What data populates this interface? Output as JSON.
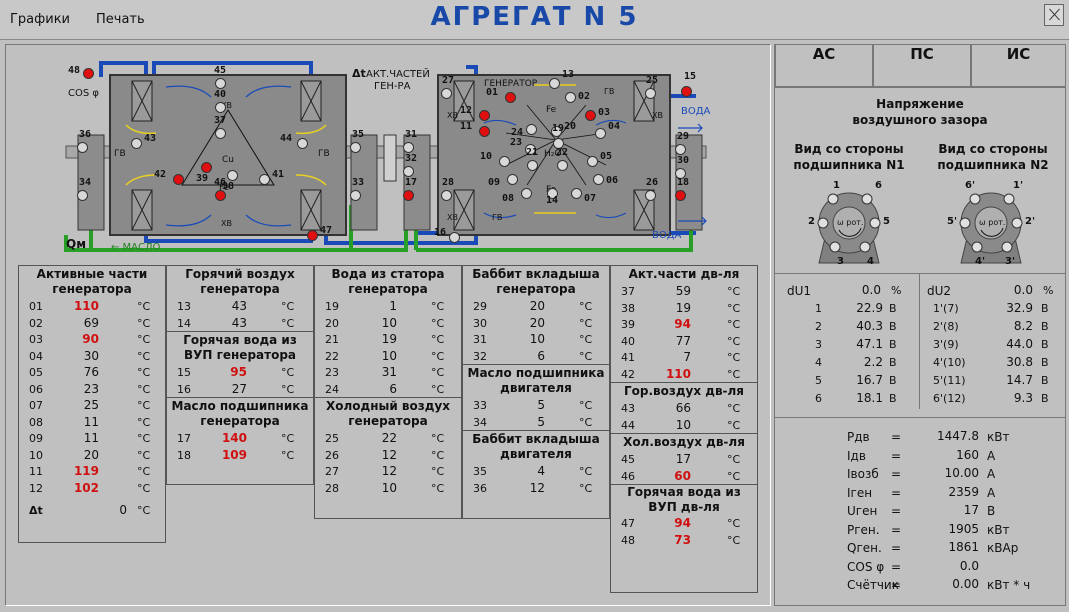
{
  "menu": {
    "graphs": "Графики",
    "print": "Печать"
  },
  "title": "АГРЕГАТ N 5",
  "schematic": {
    "dt_label": "Δt",
    "akt_parts": "АКТ.ЧАСТЕЙ",
    "gen_ra": "ГЕН-РА",
    "generator": "ГЕНЕРАТОР",
    "water": "ВОДА",
    "oil": "← МАСЛО",
    "cos": "COS φ",
    "qm": "Qм",
    "hv": "ХВ",
    "gv": "ГВ",
    "cu": "Cu",
    "fe": "Fe",
    "h2o": "H₂O",
    "sensors_left": [
      {
        "n": "48",
        "red": true
      },
      {
        "n": "45",
        "red": false
      },
      {
        "n": "40",
        "red": false
      },
      {
        "n": "37",
        "red": false
      },
      {
        "n": "43",
        "red": false
      },
      {
        "n": "44",
        "red": false
      },
      {
        "n": "42",
        "red": true
      },
      {
        "n": "39",
        "red": true
      },
      {
        "n": "38",
        "red": false
      },
      {
        "n": "41",
        "red": false
      },
      {
        "n": "46",
        "red": true
      },
      {
        "n": "36",
        "red": false
      },
      {
        "n": "34",
        "red": false
      },
      {
        "n": "35",
        "red": false
      },
      {
        "n": "33",
        "red": false
      },
      {
        "n": "31",
        "red": false
      },
      {
        "n": "32",
        "red": false
      },
      {
        "n": "17",
        "red": true
      },
      {
        "n": "47",
        "red": true
      }
    ],
    "sensors_gen": [
      {
        "n": "27",
        "red": false
      },
      {
        "n": "13",
        "red": false
      },
      {
        "n": "25",
        "red": false
      },
      {
        "n": "15",
        "red": true
      },
      {
        "n": "01",
        "red": true
      },
      {
        "n": "02",
        "red": false
      },
      {
        "n": "12",
        "red": true
      },
      {
        "n": "03",
        "red": true
      },
      {
        "n": "11",
        "red": true
      },
      {
        "n": "24",
        "red": false
      },
      {
        "n": "20",
        "red": false
      },
      {
        "n": "04",
        "red": false
      },
      {
        "n": "23",
        "red": false
      },
      {
        "n": "19",
        "red": false
      },
      {
        "n": "10",
        "red": false
      },
      {
        "n": "21",
        "red": false
      },
      {
        "n": "22",
        "red": false
      },
      {
        "n": "05",
        "red": false
      },
      {
        "n": "09",
        "red": false
      },
      {
        "n": "06",
        "red": false
      },
      {
        "n": "08",
        "red": false
      },
      {
        "n": "14",
        "red": false
      },
      {
        "n": "07",
        "red": false
      },
      {
        "n": "29",
        "red": false
      },
      {
        "n": "30",
        "red": false
      },
      {
        "n": "18",
        "red": true
      },
      {
        "n": "28",
        "red": false
      },
      {
        "n": "26",
        "red": false
      },
      {
        "n": "16",
        "red": false
      }
    ]
  },
  "tables": {
    "active_gen": {
      "title": "Активные части генератора",
      "rows": [
        {
          "k": "01",
          "v": "110",
          "red": true
        },
        {
          "k": "02",
          "v": "69",
          "red": false
        },
        {
          "k": "03",
          "v": "90",
          "red": true
        },
        {
          "k": "04",
          "v": "30",
          "red": false
        },
        {
          "k": "05",
          "v": "76",
          "red": false
        },
        {
          "k": "06",
          "v": "23",
          "red": false
        },
        {
          "k": "07",
          "v": "25",
          "red": false
        },
        {
          "k": "08",
          "v": "11",
          "red": false
        },
        {
          "k": "09",
          "v": "11",
          "red": false
        },
        {
          "k": "10",
          "v": "20",
          "red": false
        },
        {
          "k": "11",
          "v": "119",
          "red": true
        },
        {
          "k": "12",
          "v": "102",
          "red": true
        }
      ],
      "dt_label": "Δt",
      "dt_value": "0"
    },
    "hot_air": {
      "title": "Горячий воздух генератора",
      "rows": [
        {
          "k": "13",
          "v": "43",
          "red": false
        },
        {
          "k": "14",
          "v": "43",
          "red": false
        }
      ]
    },
    "hot_water_vup": {
      "title": "Горячая вода из ВУП генератора",
      "rows": [
        {
          "k": "15",
          "v": "95",
          "red": true
        },
        {
          "k": "16",
          "v": "27",
          "red": false
        }
      ]
    },
    "oil_bearing_gen": {
      "title": "Масло подшипника генератора",
      "rows": [
        {
          "k": "17",
          "v": "140",
          "red": true
        },
        {
          "k": "18",
          "v": "109",
          "red": true
        }
      ]
    },
    "stator_water": {
      "title": "Вода из статора генератора",
      "rows": [
        {
          "k": "19",
          "v": "1",
          "red": false
        },
        {
          "k": "20",
          "v": "10",
          "red": false
        },
        {
          "k": "21",
          "v": "19",
          "red": false
        },
        {
          "k": "22",
          "v": "10",
          "red": false
        },
        {
          "k": "23",
          "v": "31",
          "red": false
        },
        {
          "k": "24",
          "v": "6",
          "red": false
        }
      ]
    },
    "cold_air_gen": {
      "title": "Холодный воздух генератора",
      "rows": [
        {
          "k": "25",
          "v": "22",
          "red": false
        },
        {
          "k": "26",
          "v": "12",
          "red": false
        },
        {
          "k": "27",
          "v": "12",
          "red": false
        },
        {
          "k": "28",
          "v": "10",
          "red": false
        }
      ]
    },
    "babbit_gen": {
      "title": "Баббит вкладыша генератора",
      "rows": [
        {
          "k": "29",
          "v": "20",
          "red": false
        },
        {
          "k": "30",
          "v": "20",
          "red": false
        },
        {
          "k": "31",
          "v": "10",
          "red": false
        },
        {
          "k": "32",
          "v": "6",
          "red": false
        }
      ]
    },
    "oil_bearing_motor": {
      "title": "Масло подшипника двигателя",
      "rows": [
        {
          "k": "33",
          "v": "5",
          "red": false
        },
        {
          "k": "34",
          "v": "5",
          "red": false
        }
      ]
    },
    "babbit_motor": {
      "title": "Баббит вкладыша двигателя",
      "rows": [
        {
          "k": "35",
          "v": "4",
          "red": false
        },
        {
          "k": "36",
          "v": "12",
          "red": false
        }
      ]
    },
    "active_motor": {
      "title": "Акт.части дв-ля",
      "rows": [
        {
          "k": "37",
          "v": "59",
          "red": false
        },
        {
          "k": "38",
          "v": "19",
          "red": false
        },
        {
          "k": "39",
          "v": "94",
          "red": true
        },
        {
          "k": "40",
          "v": "77",
          "red": false
        },
        {
          "k": "41",
          "v": "7",
          "red": false
        },
        {
          "k": "42",
          "v": "110",
          "red": true
        }
      ]
    },
    "hot_air_motor": {
      "title": "Гор.воздух дв-ля",
      "rows": [
        {
          "k": "43",
          "v": "66",
          "red": false
        },
        {
          "k": "44",
          "v": "10",
          "red": false
        }
      ]
    },
    "cold_air_motor": {
      "title": "Хол.воздух дв-ля",
      "rows": [
        {
          "k": "45",
          "v": "17",
          "red": false
        },
        {
          "k": "46",
          "v": "60",
          "red": true
        }
      ]
    },
    "hot_water_motor": {
      "title": "Горячая вода из ВУП дв-ля",
      "rows": [
        {
          "k": "47",
          "v": "94",
          "red": true
        },
        {
          "k": "48",
          "v": "73",
          "red": true
        }
      ]
    },
    "unit_c": "°С"
  },
  "right": {
    "tabs": [
      "АС",
      "ПС",
      "ИС"
    ],
    "voltage_title": "Напряжение воздушного зазора",
    "view1": "Вид со стороны подшипника N1",
    "view2": "Вид со стороны подшипника N2",
    "rotor": "ω рот.",
    "bearing1_labels": [
      "1",
      "6",
      "2",
      "5",
      "3",
      "4"
    ],
    "bearing2_labels": [
      "6'",
      "1'",
      "5'",
      "2'",
      "4'",
      "3'"
    ],
    "du1": {
      "label": "dU1",
      "value": "0.0",
      "unit": "%"
    },
    "du2": {
      "label": "dU2",
      "value": "0.0",
      "unit": "%"
    },
    "voltage_rows": [
      {
        "k1": "1",
        "v1": "22.9",
        "k2": "1'(7)",
        "v2": "32.9"
      },
      {
        "k1": "2",
        "v1": "40.3",
        "k2": "2'(8)",
        "v2": "8.2"
      },
      {
        "k1": "3",
        "v1": "47.1",
        "k2": "3'(9)",
        "v2": "44.0"
      },
      {
        "k1": "4",
        "v1": "2.2",
        "k2": "4'(10)",
        "v2": "30.8"
      },
      {
        "k1": "5",
        "v1": "16.7",
        "k2": "5'(11)",
        "v2": "14.7"
      },
      {
        "k1": "6",
        "v1": "18.1",
        "k2": "6'(12)",
        "v2": "9.3"
      }
    ],
    "volt_unit": "В",
    "params": [
      {
        "k": "Pдв",
        "eq": "=",
        "v": "1447.8",
        "u": "кВт"
      },
      {
        "k": "Iдв",
        "eq": "=",
        "v": "160",
        "u": "А"
      },
      {
        "k": "Iвозб",
        "eq": "=",
        "v": "10.00",
        "u": "А"
      },
      {
        "k": "Iген",
        "eq": "=",
        "v": "2359",
        "u": "А"
      },
      {
        "k": "Uген",
        "eq": "=",
        "v": "17",
        "u": "В"
      },
      {
        "k": "Pген.",
        "eq": "=",
        "v": "1905",
        "u": "кВт"
      },
      {
        "k": "Qген.",
        "eq": "=",
        "v": "1861",
        "u": "кВАр"
      },
      {
        "k": "COS φ",
        "eq": "=",
        "v": "0.0",
        "u": ""
      },
      {
        "k": "Счётчик",
        "eq": "=",
        "v": "0.00",
        "u": "кВт * ч"
      }
    ]
  }
}
